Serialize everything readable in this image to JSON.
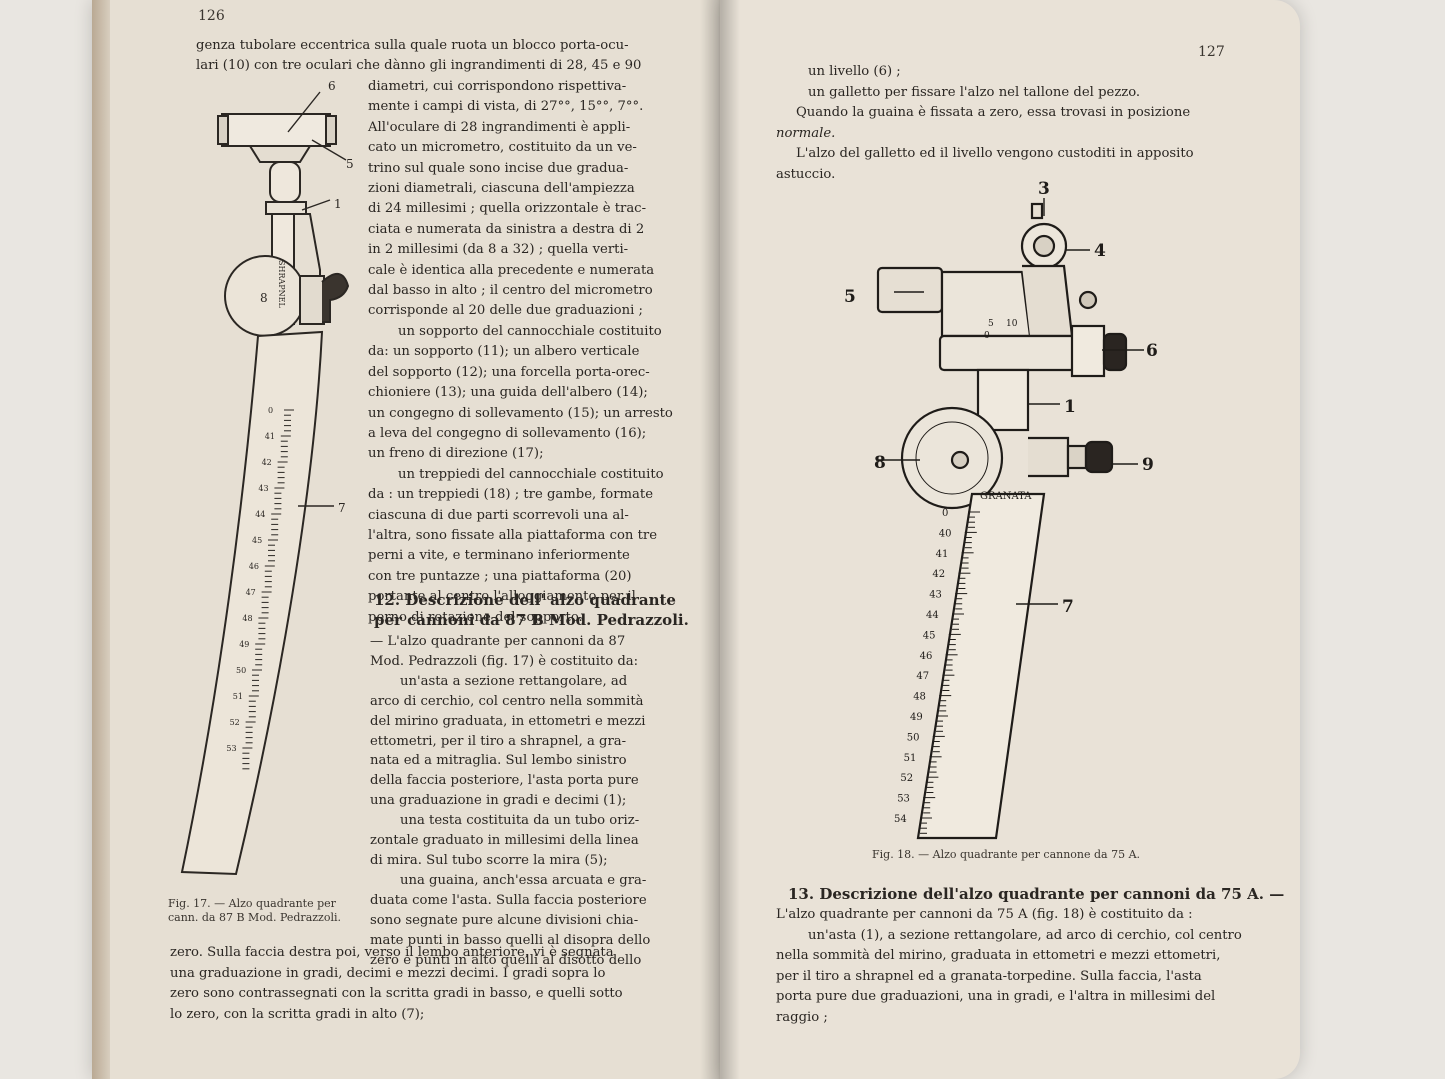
{
  "left_page": {
    "page_number": "126",
    "lines_top": [
      "genza tubolare eccentrica sulla quale ruota un blocco porta-ocu-",
      "lari (10) con tre oculari che dànno gli ingrandimenti di 28, 45 e 90"
    ],
    "lines_col": [
      "diametri, cui corrispondono rispettiva-",
      "mente i campi di vista, di 27°°, 15°°, 7°°.",
      "All'oculare di 28 ingrandimenti è appli-",
      "cato un micrometro, costituito da un ve-",
      "trino sul quale sono incise due gradua-",
      "zioni diametrali, ciascuna dell'ampiezza",
      "di 24 millesimi ; quella orizzontale è trac-",
      "ciata e numerata da sinistra a destra di 2",
      "in 2 millesimi (da 8 a 32) ; quella verti-",
      "cale è identica alla precedente e numerata",
      "dal basso in alto ; il centro del micrometro",
      "corrisponde al 20 delle due graduazioni ;",
      "un sopporto del cannocchiale costituito",
      "da: un sopporto (11); un albero verticale",
      "del sopporto (12); una forcella porta-orec-",
      "chioniere (13); una guida dell'albero (14);",
      "un congegno di sollevamento (15); un arresto",
      "a leva del congegno di sollevamento (16);",
      "un freno di direzione (17);",
      "un treppiedi del cannocchiale costituito",
      "da : un treppiedi (18) ; tre gambe, formate",
      "ciascuna di due parti scorrevoli una al-",
      "l'altra, sono fissate alla piattaforma con tre",
      "perni a vite, e terminano inferiormente",
      "con tre puntazze ; una piattaforma (20)",
      "portante al centro l'alloggiamento per il",
      "perno di rotazione del sopporto."
    ],
    "heading": [
      "12. Descrizione dell' alzo quadrante",
      "per cannoni da 87 B Mod. Pedrazzoli."
    ],
    "lines_col2": [
      "— L'alzo quadrante per cannoni da 87",
      "Mod. Pedrazzoli (fig. 17) è costituito da:",
      "un'asta a sezione rettangolare, ad",
      "arco di cerchio, col centro nella sommità",
      "del mirino graduata, in ettometri e mezzi",
      "ettometri, per il tiro a shrapnel, a gra-",
      "nata ed a mitraglia. Sul lembo sinistro",
      "della faccia posteriore, l'asta porta pure",
      "una graduazione in gradi e decimi (1);",
      "una testa costituita da un tubo oriz-",
      "zontale graduato in millesimi della linea",
      "di mira. Sul tubo scorre la mira (5);",
      "una guaina, anch'essa arcuata e gra-",
      "duata come l'asta. Sulla faccia posteriore",
      "sono segnate pure alcune divisioni chia-",
      "mate punti in basso quelli al disopra dello",
      "zero e punti in alto quelli al disotto dello"
    ],
    "lines_bottom": [
      "zero. Sulla faccia destra poi, verso il lembo anteriore, vi è segnata",
      "una graduazione in gradi, decimi e mezzi decimi. I gradi sopra lo",
      "zero sono contrassegnati con la scritta gradi in basso, e quelli sotto",
      "lo zero, con la scritta gradi in alto (7);"
    ],
    "caption": [
      "Fig. 17. — Alzo quadrante per",
      "cann. da 87 B Mod. Pedrazzoli."
    ],
    "figure_labels": [
      "6",
      "5",
      "1",
      "8",
      "7"
    ],
    "scale_labels": [
      "0",
      "41",
      "42",
      "43",
      "44",
      "45",
      "46",
      "47",
      "48",
      "49",
      "50",
      "51",
      "52",
      "53"
    ],
    "scale_word": "SHRAPNEL"
  },
  "right_page": {
    "page_number": "127",
    "lines_top": [
      "un livello (6) ;",
      "un galletto per fissare l'alzo nel tallone del pezzo.",
      "Quando la guaina è fissata a zero, essa trovasi in posizione",
      "normale.",
      "L'alzo del galletto ed il livello vengono custoditi in apposito",
      "astuccio."
    ],
    "figure_labels": [
      "3",
      "4",
      "5",
      "6",
      "1",
      "8",
      "9",
      "7"
    ],
    "scale_word": "GRANATA",
    "scale_labels": [
      "0",
      "40",
      "41",
      "42",
      "43",
      "44",
      "45",
      "46",
      "47",
      "48",
      "49",
      "50",
      "51",
      "52",
      "53",
      "54"
    ],
    "head_scale": [
      "0",
      "5",
      "10"
    ],
    "caption": "Fig. 18. — Alzo quadrante per cannone da 75 A.",
    "heading": "13. Descrizione dell'alzo quadrante per cannoni da 75 A. —",
    "lines_bottom": [
      "L'alzo quadrante per cannoni da 75 A (fig. 18) è costituito da :",
      "un'asta (1), a sezione rettangolare, ad arco di cerchio, col centro",
      "nella sommità del mirino, graduata in ettometri e mezzi ettometri,",
      "per il tiro a shrapnel ed a granata-torpedine. Sulla faccia, l'asta",
      "porta pure due graduazioni, una in gradi, e l'altra in millesimi del",
      "raggio ;"
    ]
  }
}
